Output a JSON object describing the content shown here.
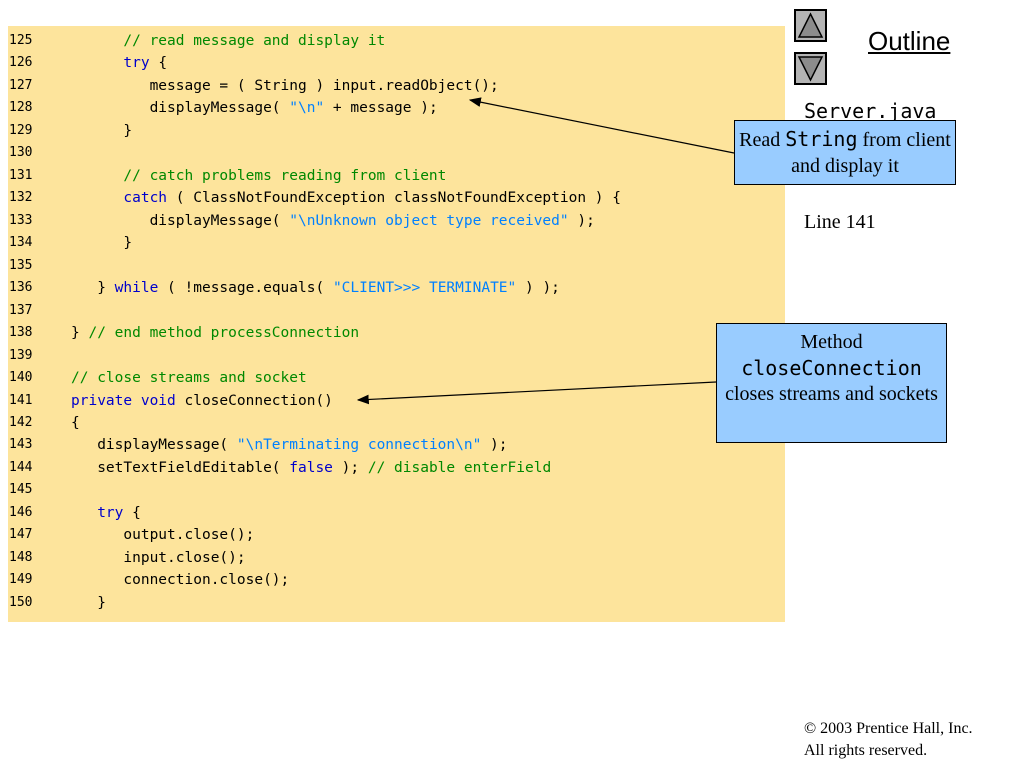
{
  "code": {
    "lines": [
      {
        "num": "125",
        "indent": "      ",
        "segments": [
          {
            "t": "// read message and display it",
            "c": "cm"
          }
        ]
      },
      {
        "num": "126",
        "indent": "      ",
        "segments": [
          {
            "t": "try",
            "c": "kw"
          },
          {
            "t": " {",
            "c": ""
          }
        ]
      },
      {
        "num": "127",
        "indent": "         ",
        "segments": [
          {
            "t": "message = ( String ) input.readObject();",
            "c": ""
          }
        ]
      },
      {
        "num": "128",
        "indent": "         ",
        "segments": [
          {
            "t": "displayMessage( ",
            "c": ""
          },
          {
            "t": "\"\\n\"",
            "c": "str"
          },
          {
            "t": " + message );",
            "c": ""
          }
        ]
      },
      {
        "num": "129",
        "indent": "      ",
        "segments": [
          {
            "t": "}",
            "c": ""
          }
        ]
      },
      {
        "num": "130",
        "indent": "",
        "segments": []
      },
      {
        "num": "131",
        "indent": "      ",
        "segments": [
          {
            "t": "// catch problems reading from client",
            "c": "cm"
          }
        ]
      },
      {
        "num": "132",
        "indent": "      ",
        "segments": [
          {
            "t": "catch",
            "c": "kw"
          },
          {
            "t": " ( ClassNotFoundException classNotFoundException ) {",
            "c": ""
          }
        ]
      },
      {
        "num": "133",
        "indent": "         ",
        "segments": [
          {
            "t": "displayMessage( ",
            "c": ""
          },
          {
            "t": "\"\\nUnknown object type received\"",
            "c": "str"
          },
          {
            "t": " );",
            "c": ""
          }
        ]
      },
      {
        "num": "134",
        "indent": "      ",
        "segments": [
          {
            "t": "}",
            "c": ""
          }
        ]
      },
      {
        "num": "135",
        "indent": "",
        "segments": []
      },
      {
        "num": "136",
        "indent": "   ",
        "segments": [
          {
            "t": "} ",
            "c": ""
          },
          {
            "t": "while",
            "c": "kw"
          },
          {
            "t": " ( !message.equals( ",
            "c": ""
          },
          {
            "t": "\"CLIENT>>> TERMINATE\"",
            "c": "str"
          },
          {
            "t": " ) );",
            "c": ""
          }
        ]
      },
      {
        "num": "137",
        "indent": "",
        "segments": []
      },
      {
        "num": "138",
        "indent": "",
        "segments": [
          {
            "t": "} ",
            "c": ""
          },
          {
            "t": "// end method processConnection",
            "c": "cm"
          }
        ]
      },
      {
        "num": "139",
        "indent": "",
        "segments": []
      },
      {
        "num": "140",
        "indent": "",
        "segments": [
          {
            "t": "// close streams and socket",
            "c": "cm"
          }
        ]
      },
      {
        "num": "141",
        "indent": "",
        "segments": [
          {
            "t": "private",
            "c": "kw"
          },
          {
            "t": " ",
            "c": ""
          },
          {
            "t": "void",
            "c": "kw"
          },
          {
            "t": " closeConnection()",
            "c": ""
          }
        ]
      },
      {
        "num": "142",
        "indent": "",
        "segments": [
          {
            "t": "{",
            "c": ""
          }
        ]
      },
      {
        "num": "143",
        "indent": "   ",
        "segments": [
          {
            "t": "displayMessage( ",
            "c": ""
          },
          {
            "t": "\"\\nTerminating connection\\n\"",
            "c": "str"
          },
          {
            "t": " );",
            "c": ""
          }
        ]
      },
      {
        "num": "144",
        "indent": "   ",
        "segments": [
          {
            "t": "setTextFieldEditable( ",
            "c": ""
          },
          {
            "t": "false",
            "c": "kw"
          },
          {
            "t": " ); ",
            "c": ""
          },
          {
            "t": "// disable enterField",
            "c": "cm"
          }
        ]
      },
      {
        "num": "145",
        "indent": "",
        "segments": []
      },
      {
        "num": "146",
        "indent": "   ",
        "segments": [
          {
            "t": "try",
            "c": "kw"
          },
          {
            "t": " {",
            "c": ""
          }
        ]
      },
      {
        "num": "147",
        "indent": "      ",
        "segments": [
          {
            "t": "output.close();",
            "c": ""
          }
        ]
      },
      {
        "num": "148",
        "indent": "      ",
        "segments": [
          {
            "t": "input.close();",
            "c": ""
          }
        ]
      },
      {
        "num": "149",
        "indent": "      ",
        "segments": [
          {
            "t": "connection.close();",
            "c": ""
          }
        ]
      },
      {
        "num": "150",
        "indent": "   ",
        "segments": [
          {
            "t": "}",
            "c": ""
          }
        ]
      }
    ]
  },
  "sidebar": {
    "outline_title": "Outline",
    "filename": "Server.java",
    "line_ref": "Line 141"
  },
  "callouts": {
    "read": {
      "pre": "Read ",
      "mono": "String",
      "post": " from client and display it"
    },
    "close": {
      "pre": "Method",
      "mono": "closeConnection",
      "post": "closes streams and sockets"
    }
  },
  "nav": {
    "up_icon": "triangle-up-icon",
    "down_icon": "triangle-down-icon"
  },
  "footer": {
    "copyright": "© 2003 Prentice Hall, Inc.",
    "rights": "All rights reserved."
  },
  "colors": {
    "code_bg": "#fde49c",
    "callout_bg": "#99ccff",
    "keyword": "#0000cc",
    "comment": "#008800",
    "string": "#0080ff"
  }
}
